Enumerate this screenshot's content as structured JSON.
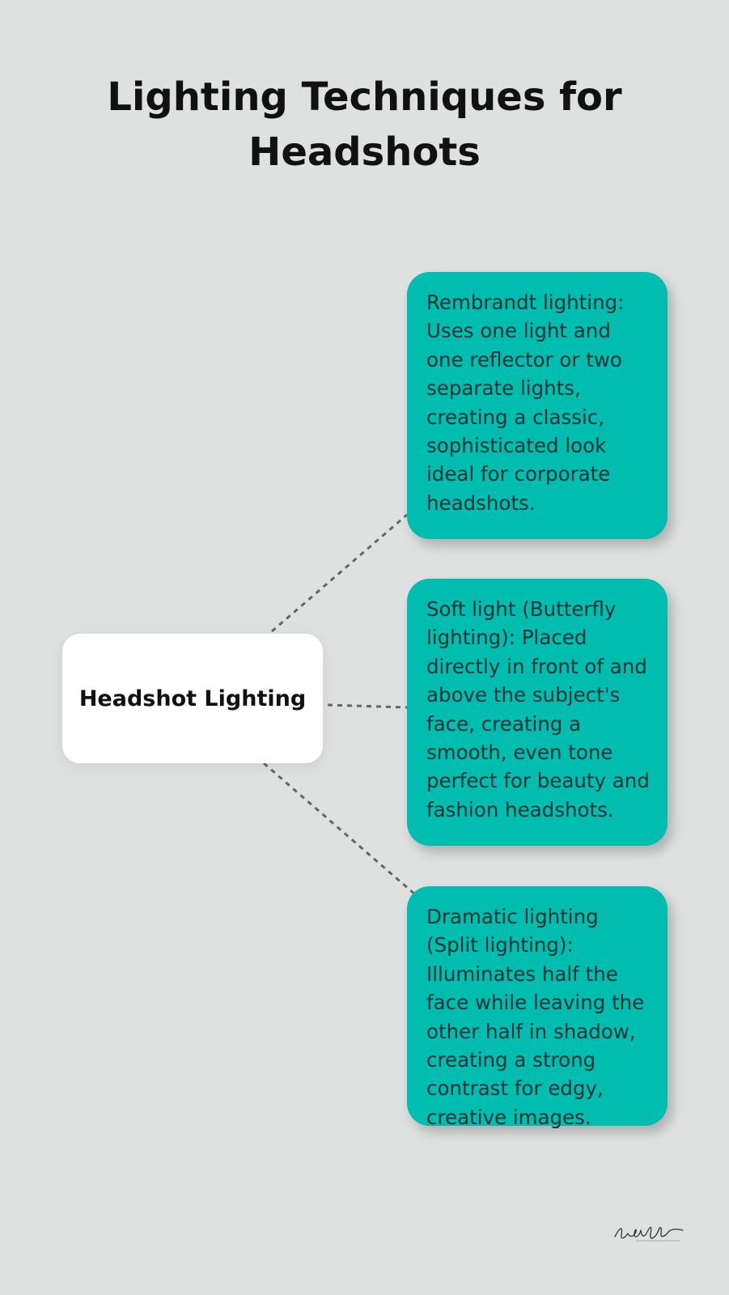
{
  "title": "Lighting Techniques for Headshots",
  "hub": {
    "label": "Headshot Lighting"
  },
  "cards": [
    {
      "text": "Rembrandt lighting: Uses one light and one reflector or two separate lights, creating a classic, sophisticated look ideal for corporate headshots."
    },
    {
      "text": "Soft light (Butterfly lighting): Placed directly in front of and above the subject's face, creating a smooth, even tone perfect for beauty and fashion headshots."
    },
    {
      "text": "Dramatic lighting (Split lighting): Illuminates half the face while leaving the other half in shadow, creating a strong contrast for edgy, creative images."
    }
  ],
  "signature": "Kelly Tarocchi",
  "colors": {
    "background": "#dfe1e1",
    "card": "#00bdb0",
    "hub": "#ffffff",
    "connector": "#666666"
  }
}
